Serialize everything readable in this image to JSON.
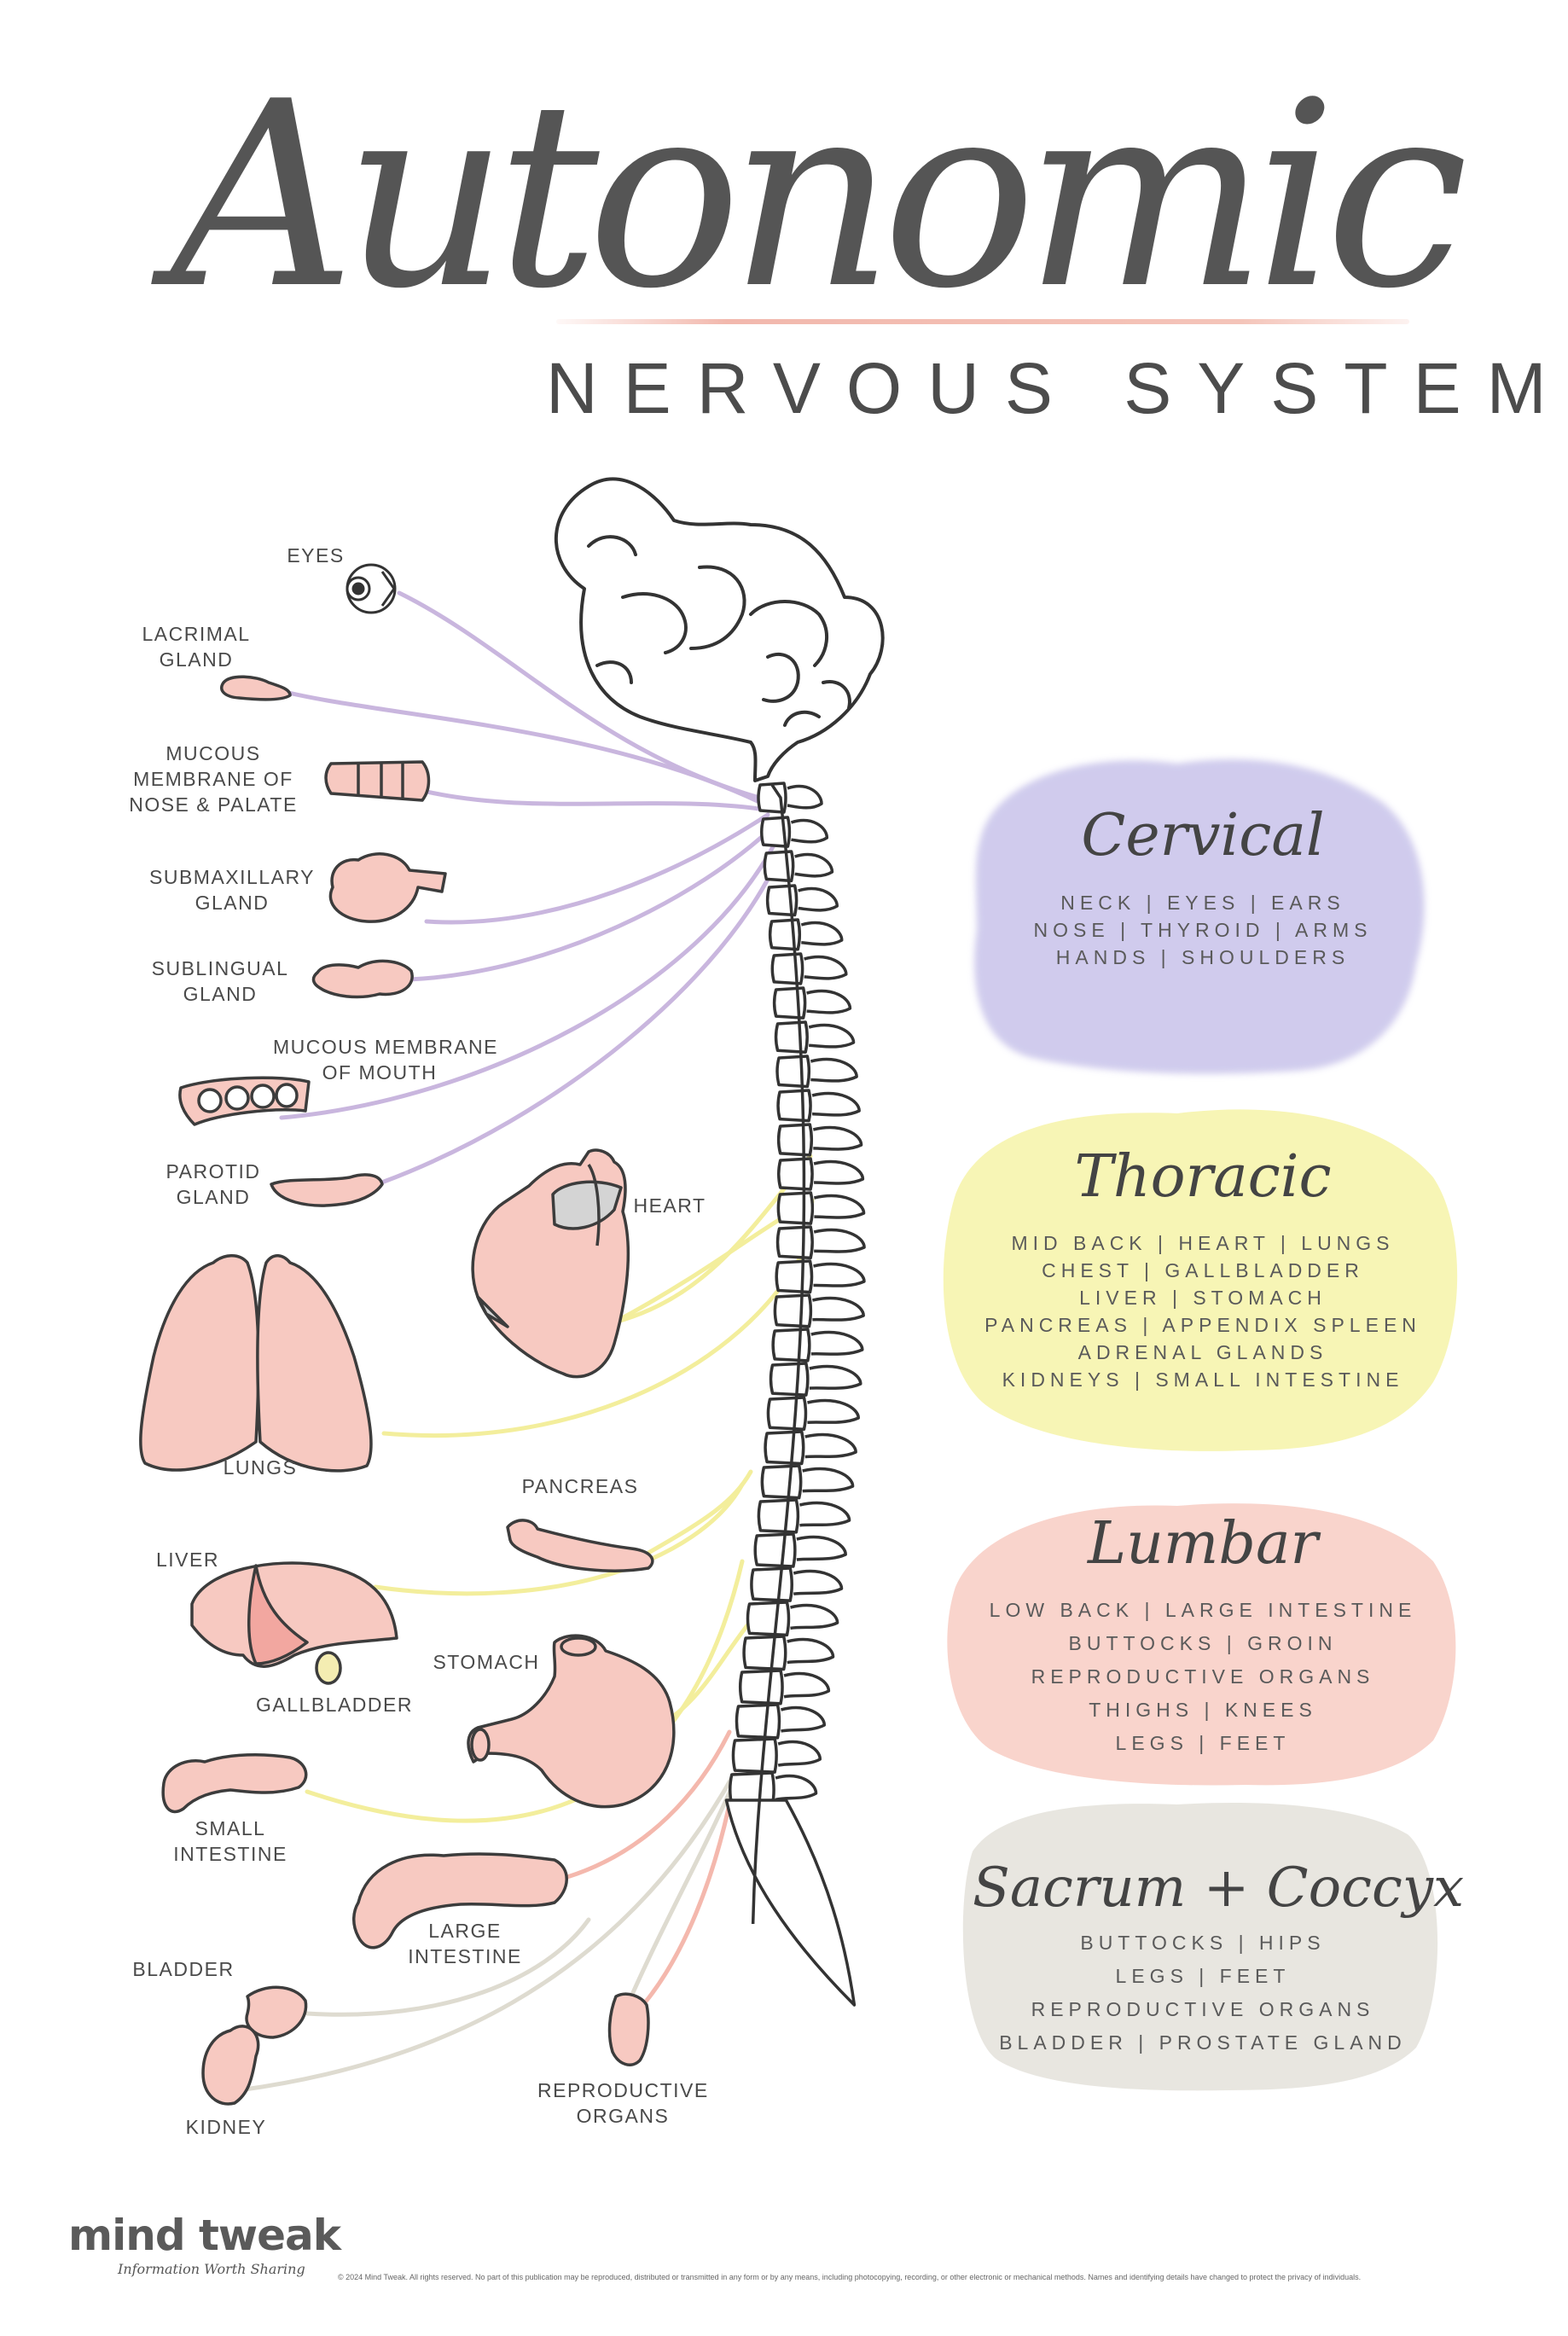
{
  "title": {
    "script": "Autonomic",
    "subtitle": "NERVOUS SYSTEM"
  },
  "organs": {
    "eyes": "EYES",
    "lacrimal_gland": [
      "LACRIMAL",
      "GLAND"
    ],
    "mucous_nose": [
      "MUCOUS",
      "MEMBRANE OF",
      "NOSE & PALATE"
    ],
    "submaxillary_gland": [
      "SUBMAXILLARY",
      "GLAND"
    ],
    "sublingual_gland": [
      "SUBLINGUAL",
      "GLAND"
    ],
    "mucous_mouth": [
      "MUCOUS MEMBRANE",
      "OF MOUTH"
    ],
    "parotid_gland": [
      "PAROTID",
      "GLAND"
    ],
    "heart": "HEART",
    "lungs": "LUNGS",
    "pancreas": "PANCREAS",
    "liver": "LIVER",
    "gallbladder": "GALLBLADDER",
    "stomach": "STOMACH",
    "small_intestine": [
      "SMALL",
      "INTESTINE"
    ],
    "large_intestine": [
      "LARGE",
      "INTESTINE"
    ],
    "bladder": "BLADDER",
    "kidney": "KIDNEY",
    "reproductive_organs": [
      "REPRODUCTIVE",
      "ORGANS"
    ]
  },
  "regions": [
    {
      "name": "Cervical",
      "color": "#c8c3ea",
      "lines": [
        "NECK  |  EYES  |  EARS",
        "NOSE  |  THYROID  |  ARMS",
        "HANDS  |  SHOULDERS"
      ]
    },
    {
      "name": "Thoracic",
      "color": "#f6f3a8",
      "lines": [
        "MID BACK | HEART | LUNGS",
        "CHEST | GALLBLADDER",
        "LIVER | STOMACH",
        "PANCREAS | APPENDIX SPLEEN",
        "ADRENAL GLANDS",
        "KIDNEYS | SMALL INTESTINE"
      ]
    },
    {
      "name": "Lumbar",
      "color": "#f8cdc3",
      "lines": [
        "LOW BACK | LARGE INTESTINE",
        "BUTTOCKS | GROIN",
        "REPRODUCTIVE ORGANS",
        "THIGHS | KNEES",
        "LEGS | FEET"
      ]
    },
    {
      "name": "Sacrum + Coccyx",
      "color": "#e4e2da",
      "lines": [
        "BUTTOCKS | HIPS",
        "LEGS | FEET",
        "REPRODUCTIVE ORGANS",
        "BLADDER | PROSTATE GLAND"
      ]
    }
  ],
  "colors": {
    "cervical_nerve": "#c9b6de",
    "thoracic_nerve": "#f3ee9c",
    "lumbar_nerve": "#f4b8ad",
    "sacral_nerve": "#dedbd0",
    "organ_fill": "#f7c9c1",
    "organ_stroke": "#3c3c3c"
  },
  "footer": {
    "logo": "mind tweak",
    "tagline": "Information Worth Sharing",
    "copyright": "© 2024 Mind Tweak. All rights reserved. No part of this publication may be reproduced, distributed or transmitted in any form or by any means, including photocopying, recording, or other electronic or mechanical methods. Names and identifying details have changed to protect the privacy of individuals."
  }
}
